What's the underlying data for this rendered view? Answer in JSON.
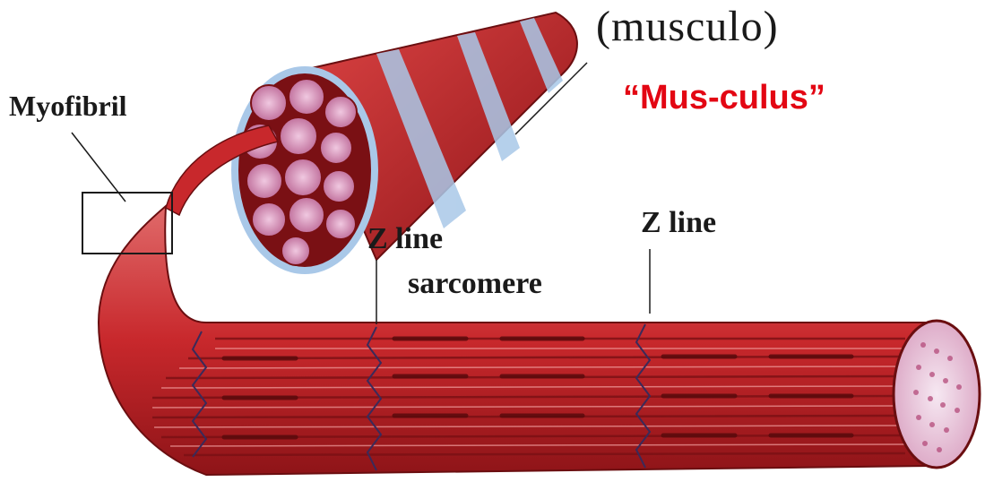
{
  "title_fragment": "(musculo)",
  "subtitle": "“Mus-culus”",
  "labels": {
    "myofibril": "Myofibril",
    "z_line_left": "Z line",
    "z_line_right": "Z line",
    "sarcomere": "sarcomere"
  },
  "colors": {
    "subtitle_red": "#e30613",
    "muscle_red": "#c8282c",
    "muscle_dark": "#8e1418",
    "sheath_blue": "#a9c8e8",
    "fiber_pink": "#d9a0c0"
  }
}
